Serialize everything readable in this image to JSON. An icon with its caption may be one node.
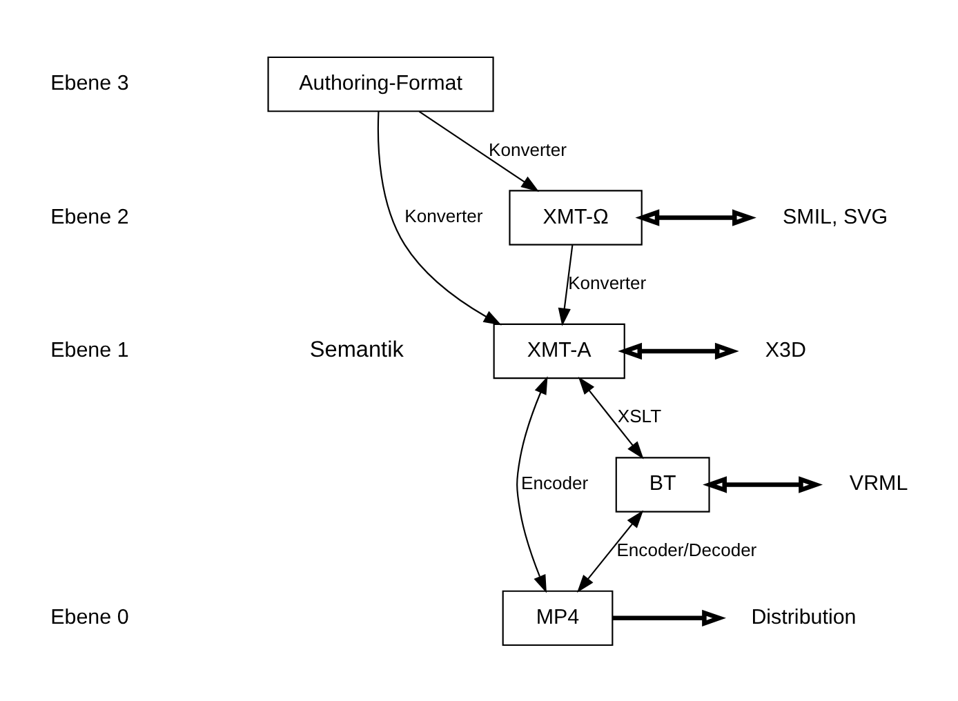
{
  "diagram": {
    "nodes": [
      {
        "text": [
          "Authoring-Format"
        ]
      },
      {
        "text": [
          "XMT-Ω"
        ]
      },
      {
        "text": [
          "SMIL, SVG"
        ]
      },
      {
        "text": [
          "XMT-A"
        ]
      },
      {
        "text": [
          "X3D"
        ]
      },
      {
        "text": [
          "BT"
        ]
      },
      {
        "text": [
          "VRML"
        ]
      },
      {
        "text": [
          "MP4"
        ]
      },
      {
        "text": [
          "Distribution"
        ]
      }
    ],
    "edges": [
      {
        "from": 0,
        "to": 1,
        "arrow": "to",
        "label": "Konverter"
      },
      {
        "from": 0,
        "to": 3,
        "arrow": "to",
        "label": "Konverter"
      },
      {
        "from": 1,
        "to": 3,
        "arrow": "to",
        "label": "Konverter"
      },
      {
        "from": 1,
        "to": 2,
        "arrow": "both",
        "style": "thick"
      },
      {
        "from": 3,
        "to": 4,
        "arrow": "both",
        "style": "thick"
      },
      {
        "from": 3,
        "to": 5,
        "arrow": "both",
        "label": "XSLT"
      },
      {
        "from": 3,
        "to": 7,
        "arrow": "both",
        "label": "Encoder"
      },
      {
        "from": 5,
        "to": 6,
        "arrow": "both",
        "style": "thick"
      },
      {
        "from": 5,
        "to": 7,
        "arrow": "both",
        "label": "Encoder/Decoder"
      },
      {
        "from": 7,
        "to": 8,
        "arrow": "to",
        "style": "thick"
      }
    ],
    "labels": [
      "Semantik",
      "Ebene 3",
      "Ebene 2",
      "Ebene 1",
      "Ebene 0"
    ]
  }
}
